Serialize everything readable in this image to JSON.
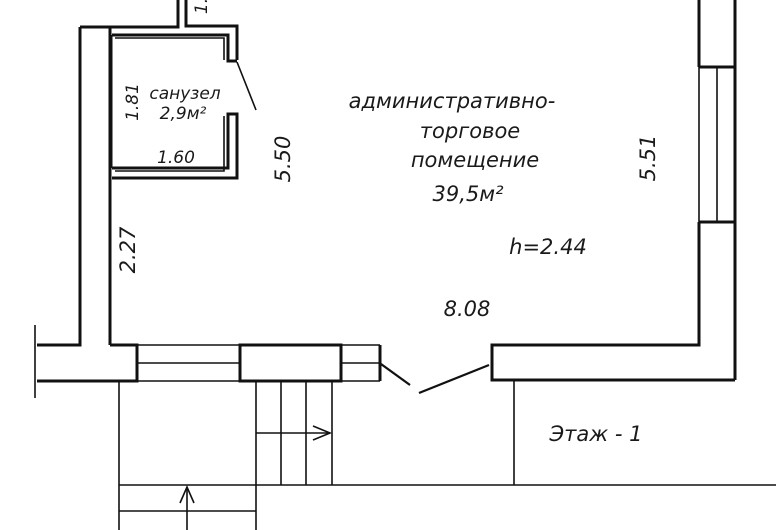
{
  "plan": {
    "floor_label": "Этаж - 1",
    "rooms": [
      {
        "name_lines": [
          "административно-",
          "торговое",
          "помещение"
        ],
        "area": "39,5м²",
        "height_label": "h=2.44"
      },
      {
        "name_lines": [
          "санузел"
        ],
        "area": "2,9м²"
      }
    ],
    "dimensions": {
      "bath_height": "1.81",
      "bath_width": "1.60",
      "main_left_partial": "5.50",
      "main_right": "5.51",
      "main_width": "8.08",
      "left_wall_lower": "2.27",
      "top_cut": "1."
    },
    "colors": {
      "line": "#111111",
      "background": "#ffffff"
    }
  }
}
